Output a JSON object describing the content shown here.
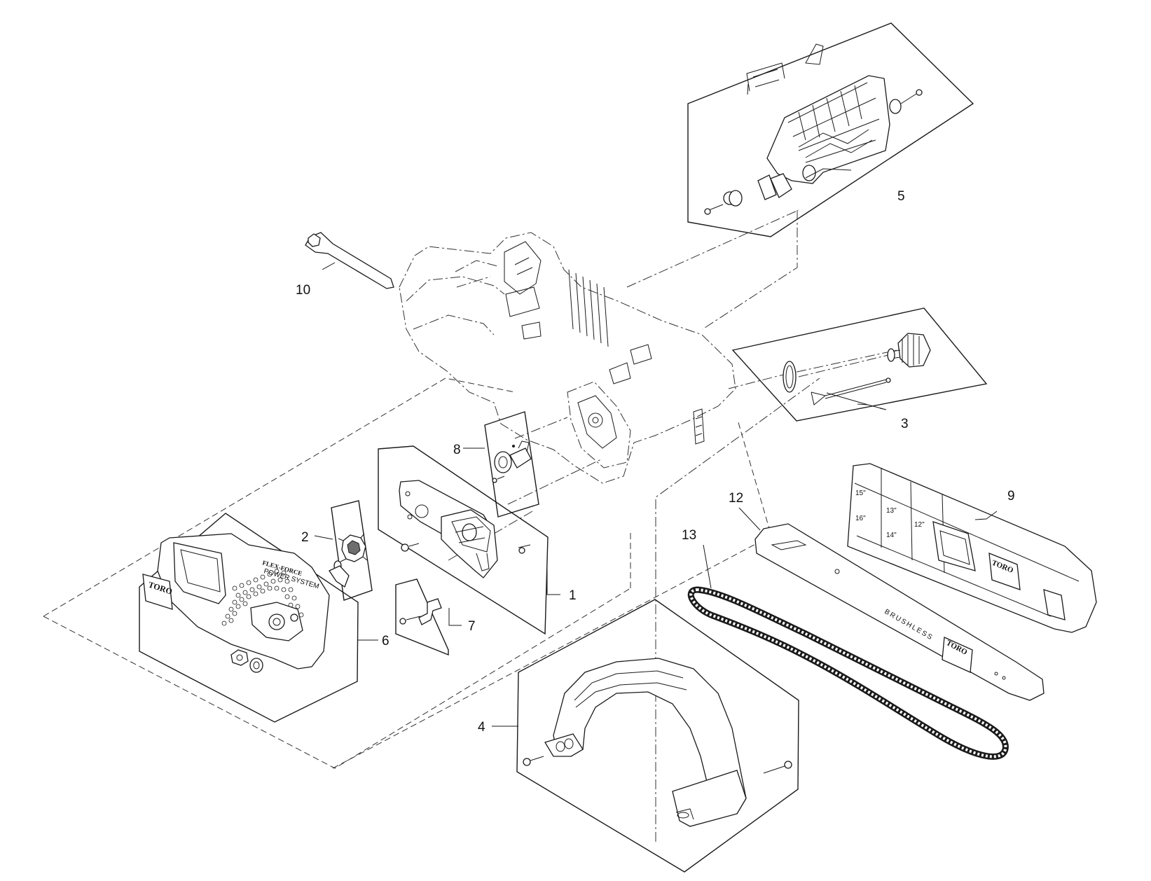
{
  "callouts": {
    "c1": "1",
    "c2": "2",
    "c3": "3",
    "c4": "4",
    "c5": "5",
    "c6": "6",
    "c7": "7",
    "c8": "8",
    "c9": "9",
    "c10": "10",
    "c12": "12",
    "c13": "13"
  },
  "part_text": {
    "brand": "TORO",
    "flex_force": "FLEX-FORCE",
    "power_system": "POWER SYSTEM",
    "brushless": "BRUSHLESS",
    "cover_15": "15\"",
    "cover_16": "16\"",
    "cover_13": "13\"",
    "cover_14": "14\"",
    "cover_12": "12\""
  },
  "icons": [
    "chainsaw-body",
    "bar-cover",
    "guide-bar",
    "saw-chain",
    "front-handle",
    "sprocket-cover",
    "wrench"
  ]
}
